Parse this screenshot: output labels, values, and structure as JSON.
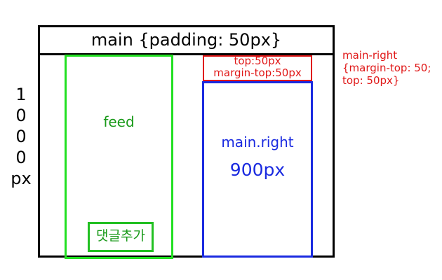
{
  "header": {
    "title": "main {padding: 50px}"
  },
  "feed": {
    "label": "feed",
    "comment_button": "댓글추가"
  },
  "main_right": {
    "offset_line1": "top:50px",
    "offset_line2": "margin-top:50px",
    "label": "main.right",
    "size": "900px"
  },
  "note": {
    "line1": "main-right",
    "line2": "{margin-top: 50;",
    "line3": "top: 50px}"
  },
  "height_label": {
    "chars": [
      "1",
      "0",
      "0",
      "0",
      "px"
    ]
  },
  "colors": {
    "outline": "#000000",
    "feed": "#22e022",
    "feed_text": "#1a9a1a",
    "offset": "#e01818",
    "main_right": "#1a2ae0"
  }
}
